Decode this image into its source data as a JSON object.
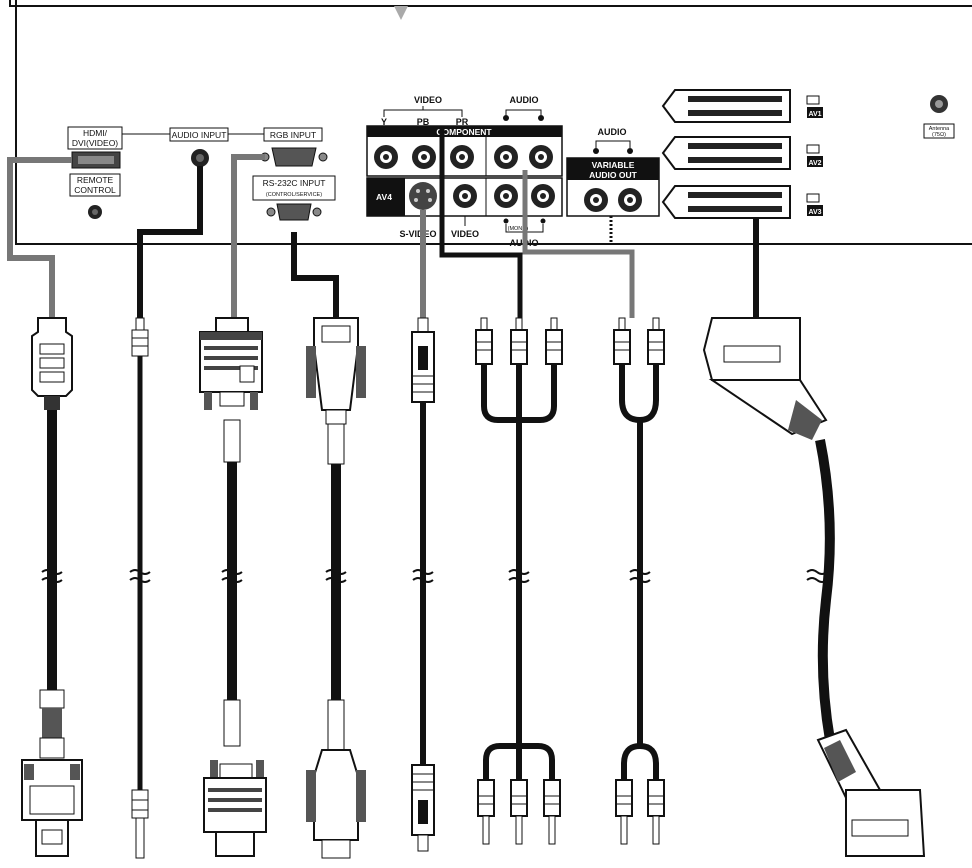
{
  "panel": {
    "hdmi_label_1": "HDMI/",
    "hdmi_label_2": "DVI(VIDEO)",
    "remote_label_1": "REMOTE",
    "remote_label_2": "CONTROL",
    "audio_input_label": "AUDIO INPUT",
    "rgb_input_label": "RGB INPUT",
    "rs232_label_1": "RS-232C INPUT",
    "rs232_label_2": "(CONTROL/SERVICE)",
    "video_group_label": "VIDEO",
    "y_label": "Y",
    "pb_label": "PB",
    "pr_label": "PR",
    "audio_group_label": "AUDIO",
    "component_label": "COMPONENT",
    "av4_label": "AV4",
    "svideo_label": "S-VIDEO",
    "video_label": "VIDEO",
    "mono_label": "(MONO)",
    "audio_bottom_label": "AUDIO",
    "var_audio_label": "AUDIO",
    "variable_label_1": "VARIABLE",
    "variable_label_2": "AUDIO OUT",
    "av1_label": "AV1",
    "av2_label": "AV2",
    "av3_label": "AV3",
    "antenna_label_1": "Antenna",
    "antenna_label_2": "(75Ω)"
  },
  "cables": [
    {
      "name": "hdmi-dvi-cable"
    },
    {
      "name": "audio-cable"
    },
    {
      "name": "rgb-cable"
    },
    {
      "name": "rs232c-cable"
    },
    {
      "name": "s-video-cable"
    },
    {
      "name": "component-cable"
    },
    {
      "name": "variable-audio-cable"
    },
    {
      "name": "scart-cable"
    }
  ],
  "colors": {
    "line": "#111111",
    "cable_gray": "#777777",
    "panel_bg": "#ffffff"
  }
}
